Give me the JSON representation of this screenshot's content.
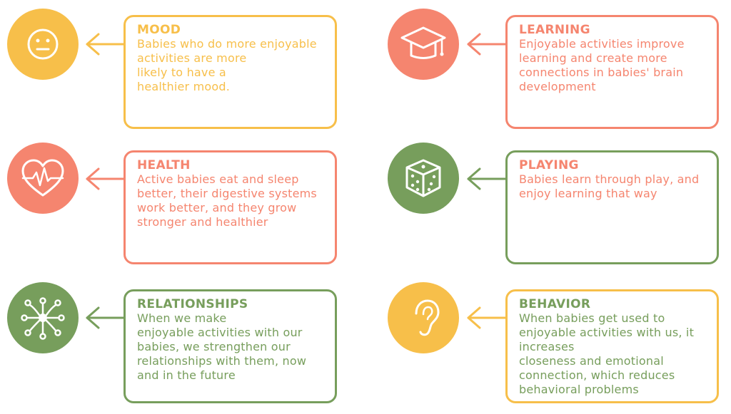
{
  "colors": {
    "yellow": "#f7bf4a",
    "salmon": "#f5856f",
    "green": "#779e5c"
  },
  "cards": [
    {
      "title": "MOOD",
      "body": "Babies who do more enjoyable\nactivities are more\nlikely to have a\nhealthier mood.",
      "icon": "neutral-face-icon",
      "color": "yellow"
    },
    {
      "title": "LEARNING",
      "body": "Enjoyable activities improve\nlearning and create more\nconnections in babies' brain\ndevelopment",
      "icon": "graduation-cap-icon",
      "color": "salmon"
    },
    {
      "title": "HEALTH",
      "body": "Active babies eat and sleep\nbetter, their digestive systems\nwork better, and they grow\nstronger and healthier",
      "icon": "heartbeat-icon",
      "color": "salmon"
    },
    {
      "title": "PLAYING",
      "body": "Babies learn through play, and\nenjoy learning that way",
      "icon": "dice-icon",
      "color": "green"
    },
    {
      "title": "RELATIONSHIPS",
      "body": "When we make\nenjoyable activities with our\nbabies, we strengthen our\nrelationships with them, now\nand in the future",
      "icon": "network-icon",
      "color": "green"
    },
    {
      "title": "BEHAVIOR",
      "body": "When babies get used to\nenjoyable activities with us, it\nincreases\ncloseness and emotional\nconnection, which reduces\nbehavioral problems",
      "icon": "ear-icon",
      "color": "yellow"
    }
  ]
}
